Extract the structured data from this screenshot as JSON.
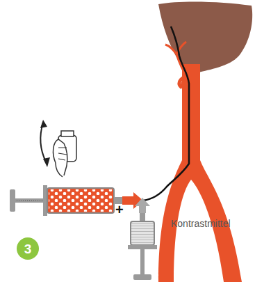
{
  "diagram": {
    "nodes": [
      {
        "text": [
          "3"
        ]
      }
    ],
    "labels": [
      "+",
      "Kontrastmittel"
    ]
  }
}
